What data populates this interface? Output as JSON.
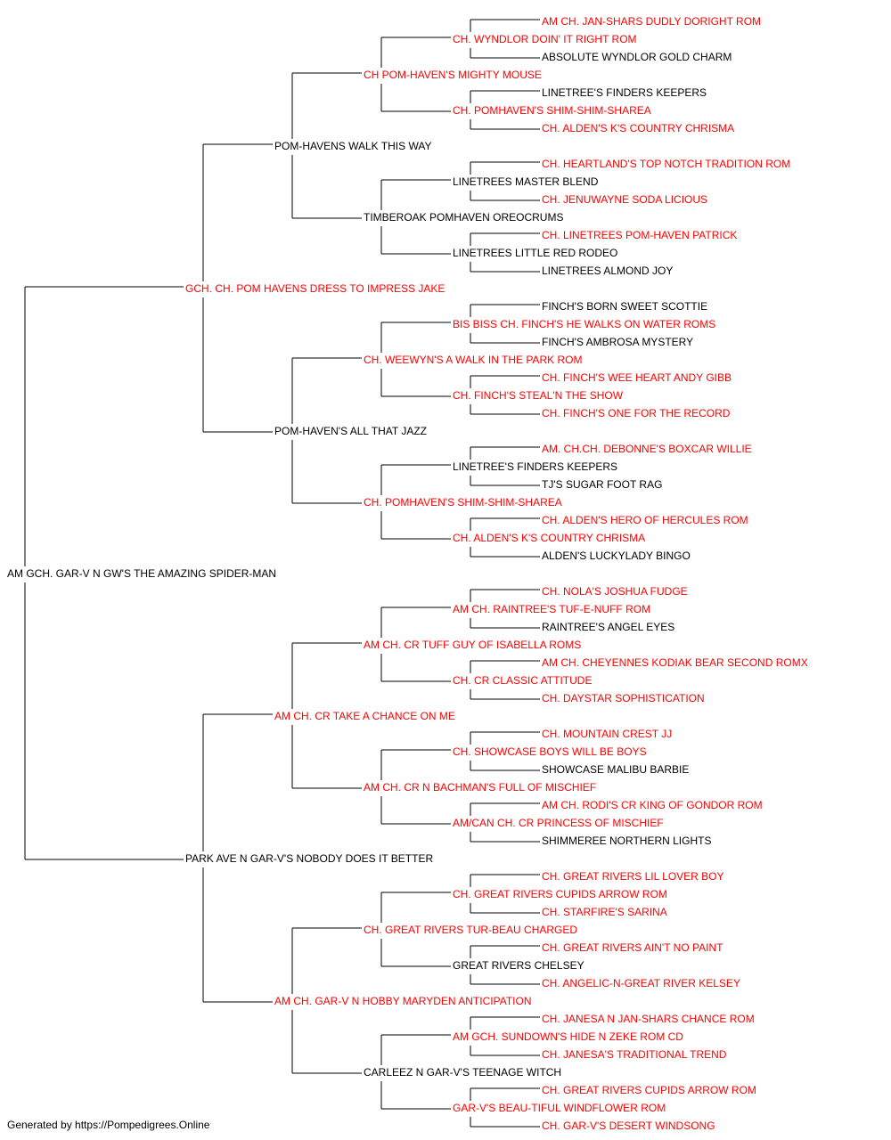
{
  "subject": {
    "name": "AM GCH. GAR-V N GW'S THE AMAZING SPIDER-MAN",
    "red": false
  },
  "colors": {
    "champion": "#ff0000",
    "regular": "#000000",
    "line": "#000000"
  },
  "gen1": [
    {
      "name": "GCH. CH. POM HAVENS DRESS TO IMPRESS JAKE",
      "red": true
    },
    {
      "name": "PARK AVE N GAR-V'S NOBODY DOES IT BETTER",
      "red": false
    }
  ],
  "gen2": [
    {
      "name": "POM-HAVENS WALK THIS WAY",
      "red": false
    },
    {
      "name": "POM-HAVEN'S ALL THAT JAZZ",
      "red": false
    },
    {
      "name": "AM CH. CR TAKE A CHANCE ON ME",
      "red": true
    },
    {
      "name": "AM CH. GAR-V N HOBBY MARYDEN ANTICIPATION",
      "red": true
    }
  ],
  "gen3": [
    {
      "name": "CH POM-HAVEN'S MIGHTY MOUSE",
      "red": true
    },
    {
      "name": "TIMBEROAK POMHAVEN OREOCRUMS",
      "red": false
    },
    {
      "name": "CH. WEEWYN'S A WALK IN THE PARK ROM",
      "red": true
    },
    {
      "name": "CH. POMHAVEN'S SHIM-SHIM-SHAREA",
      "red": true
    },
    {
      "name": "AM CH. CR TUFF GUY OF ISABELLA ROMS",
      "red": true
    },
    {
      "name": "AM CH. CR N BACHMAN'S FULL OF MISCHIEF",
      "red": true
    },
    {
      "name": "CH. GREAT RIVERS TUR-BEAU CHARGED",
      "red": true
    },
    {
      "name": "CARLEEZ N GAR-V'S TEENAGE WITCH",
      "red": false
    }
  ],
  "gen4": [
    {
      "name": "CH. WYNDLOR DOIN' IT RIGHT ROM",
      "red": true
    },
    {
      "name": "CH. POMHAVEN'S SHIM-SHIM-SHAREA",
      "red": true
    },
    {
      "name": "LINETREES MASTER BLEND",
      "red": false
    },
    {
      "name": "LINETREES LITTLE RED RODEO",
      "red": false
    },
    {
      "name": "BIS BISS CH. FINCH'S HE WALKS ON WATER ROMS",
      "red": true
    },
    {
      "name": "CH. FINCH'S STEAL'N THE SHOW",
      "red": true
    },
    {
      "name": "LINETREE'S FINDERS KEEPERS",
      "red": false
    },
    {
      "name": "CH. ALDEN'S K'S COUNTRY CHRISMA",
      "red": true
    },
    {
      "name": "AM CH. RAINTREE'S TUF-E-NUFF ROM",
      "red": true
    },
    {
      "name": "CH. CR CLASSIC ATTITUDE",
      "red": true
    },
    {
      "name": "CH. SHOWCASE BOYS WILL BE BOYS",
      "red": true
    },
    {
      "name": "AM/CAN CH. CR PRINCESS OF MISCHIEF",
      "red": true
    },
    {
      "name": "CH. GREAT RIVERS CUPIDS ARROW ROM",
      "red": true
    },
    {
      "name": "GREAT RIVERS CHELSEY",
      "red": false
    },
    {
      "name": "AM GCH. SUNDOWN'S HIDE N ZEKE ROM CD",
      "red": true
    },
    {
      "name": "GAR-V'S BEAU-TIFUL WINDFLOWER ROM",
      "red": true
    }
  ],
  "gen5": [
    {
      "name": "AM CH. JAN-SHARS DUDLY DORIGHT ROM",
      "red": true
    },
    {
      "name": "ABSOLUTE WYNDLOR GOLD CHARM",
      "red": false
    },
    {
      "name": "LINETREE'S FINDERS KEEPERS",
      "red": false
    },
    {
      "name": "CH. ALDEN'S K'S COUNTRY CHRISMA",
      "red": true
    },
    {
      "name": "CH. HEARTLAND'S TOP NOTCH TRADITION ROM",
      "red": true
    },
    {
      "name": "CH. JENUWAYNE SODA LICIOUS",
      "red": true
    },
    {
      "name": "CH. LINETREES POM-HAVEN PATRICK",
      "red": true
    },
    {
      "name": "LINETREES ALMOND JOY",
      "red": false
    },
    {
      "name": "FINCH'S BORN SWEET SCOTTIE",
      "red": false
    },
    {
      "name": "FINCH'S AMBROSA MYSTERY",
      "red": false
    },
    {
      "name": "CH. FINCH'S WEE HEART ANDY GIBB",
      "red": true
    },
    {
      "name": "CH. FINCH'S ONE FOR THE RECORD",
      "red": true
    },
    {
      "name": "AM. CH.CH. DEBONNE'S BOXCAR WILLIE",
      "red": true
    },
    {
      "name": "TJ'S SUGAR FOOT RAG",
      "red": false
    },
    {
      "name": "CH. ALDEN'S HERO OF HERCULES ROM",
      "red": true
    },
    {
      "name": "ALDEN'S LUCKYLADY BINGO",
      "red": false
    },
    {
      "name": "CH. NOLA'S JOSHUA FUDGE",
      "red": true
    },
    {
      "name": "RAINTREE'S ANGEL EYES",
      "red": false
    },
    {
      "name": "AM CH. CHEYENNES KODIAK BEAR SECOND ROMX",
      "red": true
    },
    {
      "name": "CH. DAYSTAR SOPHISTICATION",
      "red": true
    },
    {
      "name": "CH. MOUNTAIN CREST JJ",
      "red": true
    },
    {
      "name": "SHOWCASE MALIBU BARBIE",
      "red": false
    },
    {
      "name": "AM CH. RODI'S CR KING OF GONDOR ROM",
      "red": true
    },
    {
      "name": "SHIMMEREE NORTHERN LIGHTS",
      "red": false
    },
    {
      "name": "CH. GREAT RIVERS LIL LOVER BOY",
      "red": true
    },
    {
      "name": "CH. STARFIRE'S SARINA",
      "red": true
    },
    {
      "name": "CH. GREAT RIVERS AIN'T NO PAINT",
      "red": true
    },
    {
      "name": "CH. ANGELIC-N-GREAT RIVER KELSEY",
      "red": true
    },
    {
      "name": "CH. JANESA N JAN-SHARS CHANCE ROM",
      "red": true
    },
    {
      "name": "CH. JANESA'S TRADITIONAL TREND",
      "red": true
    },
    {
      "name": "CH. GREAT RIVERS CUPIDS ARROW ROM",
      "red": true
    },
    {
      "name": "CH. GAR-V'S DESERT WINDSONG",
      "red": true
    }
  ],
  "footer": "Generated by https://Pompedigrees.Online"
}
